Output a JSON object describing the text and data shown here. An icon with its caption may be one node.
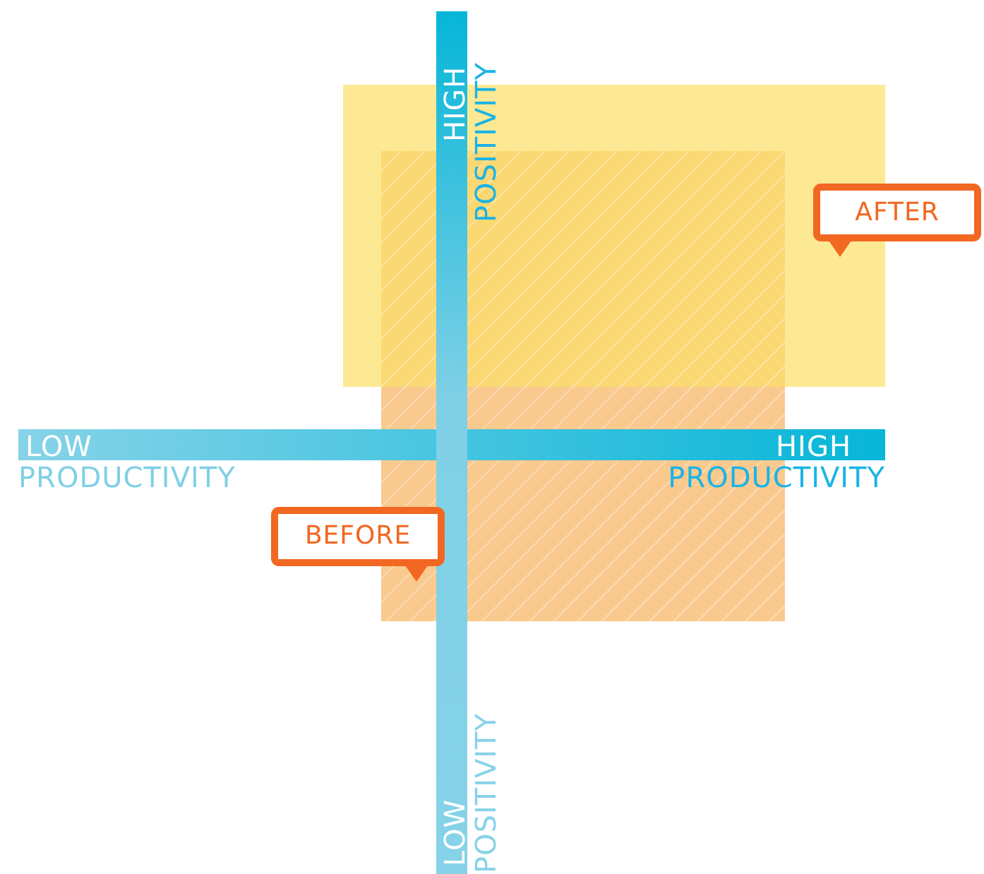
{
  "diagram": {
    "nodes": [
      {
        "text": [
          "AFTER"
        ]
      },
      {
        "text": [
          "BEFORE"
        ]
      }
    ],
    "labels": [
      "HIGH",
      "POSITIVITY",
      "LOW",
      "PRODUCTIVITY",
      "HIGH",
      "PRODUCTIVITY",
      "LOW",
      "POSITIVITY"
    ]
  }
}
